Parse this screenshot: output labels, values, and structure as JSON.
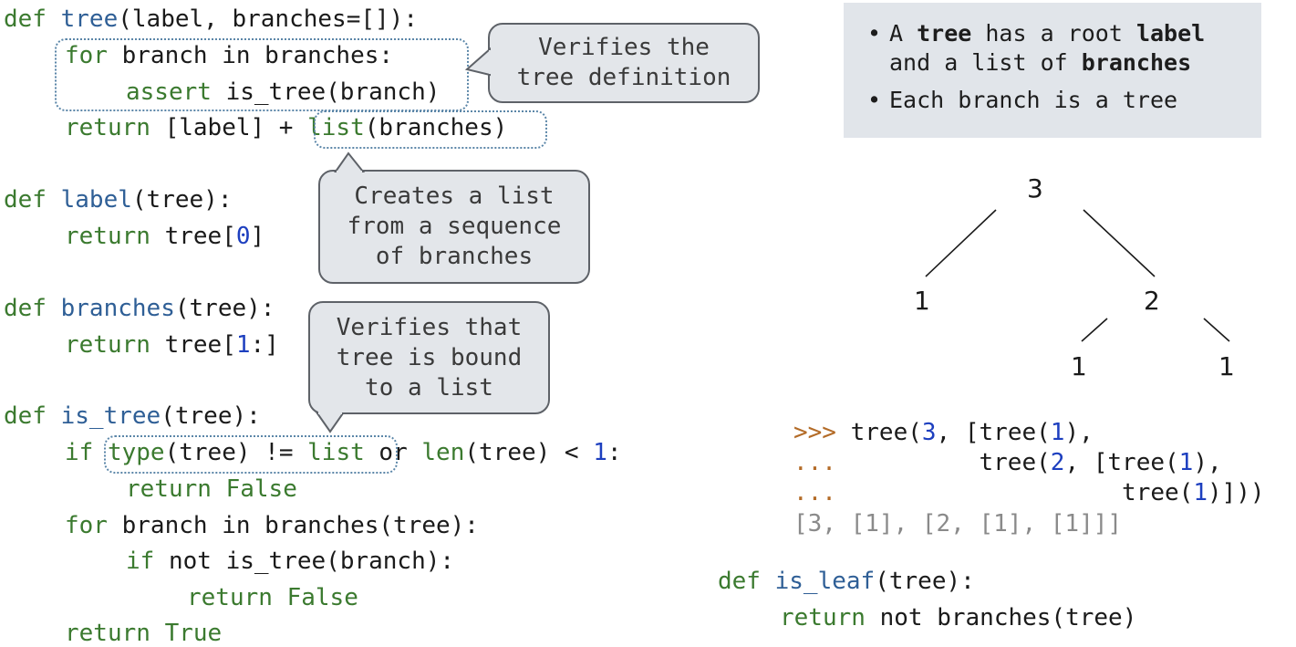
{
  "code_left": {
    "def_tree": {
      "kw_def": "def",
      "name": "tree",
      "params": "(label, branches=[]):"
    },
    "for_line": {
      "kw_for": "for",
      "rest": " branch in branches:"
    },
    "assert_line": {
      "kw_assert": "assert",
      "rest": " is_tree(branch)"
    },
    "return_list_line": {
      "kw_return": "return",
      "pre": " [label] + ",
      "fn_list": "list",
      "post": "(branches)"
    },
    "def_label": {
      "kw_def": "def",
      "name": "label",
      "params": "(tree):"
    },
    "return_label_line": {
      "kw_return": "return",
      "pre": " tree[",
      "index": "0",
      "post": "]"
    },
    "def_branches": {
      "kw_def": "def",
      "name": "branches",
      "params": "(tree):"
    },
    "return_branches_line": {
      "kw_return": "return",
      "pre": " tree[",
      "index": "1",
      "post": ":]"
    },
    "def_is_tree": {
      "kw_def": "def",
      "name": "is_tree",
      "params": "(tree):"
    },
    "if_type_line": {
      "kw_if": "if",
      "fn_type": "type",
      "mid": "(tree) != ",
      "fn_list": "list",
      "kw_or": "or",
      "fn_len": "len",
      "tail": "(tree) < ",
      "num": "1",
      "colon": ":"
    },
    "return_false_1": {
      "kw_return": "return",
      "kw_false": "False"
    },
    "for_branch_tree_line": {
      "kw_for": "for",
      "rest": " branch in branches(tree):"
    },
    "if_not_line": {
      "kw_if": "if",
      "kw_not": "not",
      "rest": " is_tree(branch):"
    },
    "return_false_2": {
      "kw_return": "return",
      "kw_false": "False"
    },
    "return_true": {
      "kw_return": "return",
      "kw_true": "True"
    }
  },
  "bubbles": {
    "verify_def": "Verifies the\ntree definition",
    "creates_list": "Creates a list\nfrom a sequence\nof branches",
    "verify_bound": "Verifies that\ntree is bound\nto a list"
  },
  "notes": {
    "bullet_1": {
      "bullet": "•",
      "a": "A ",
      "tree": "tree",
      "has": " has a root ",
      "label": "label",
      "and": "and a list of ",
      "branches": "branches"
    },
    "bullet_2": {
      "bullet": "•",
      "text": "Each branch is a tree"
    }
  },
  "tree_diagram": {
    "root": "3",
    "left_child": "1",
    "right_child": "2",
    "right_left_leaf": "1",
    "right_right_leaf": "1"
  },
  "repl": {
    "line1": {
      "prompt": ">>>",
      "a": " tree(",
      "n1": "3",
      "b": ", [tree(",
      "n2": "1",
      "c": "),"
    },
    "line2": {
      "prompt": "...",
      "a": "          tree(",
      "n1": "2",
      "b": ", [tree(",
      "n2": "1",
      "c": "),"
    },
    "line3": {
      "prompt": "...",
      "a": "                    tree(",
      "n1": "1",
      "b": ")]))"
    },
    "output": "[3, [1], [2, [1], [1]]]"
  },
  "code_right": {
    "def_is_leaf": {
      "kw_def": "def",
      "name": "is_leaf",
      "params": "(tree):"
    },
    "return_line": {
      "kw_return": "return",
      "kw_not": "not",
      "rest": " branches(tree)"
    }
  },
  "colors": {
    "keyword": "#3b7a2f",
    "function_name": "#2f5f96",
    "number": "#1d3fbf",
    "prompt": "#b36b27",
    "output": "#8a8a8a",
    "bubble_bg": "#e3e6ea",
    "notes_bg": "#e1e5ea"
  }
}
